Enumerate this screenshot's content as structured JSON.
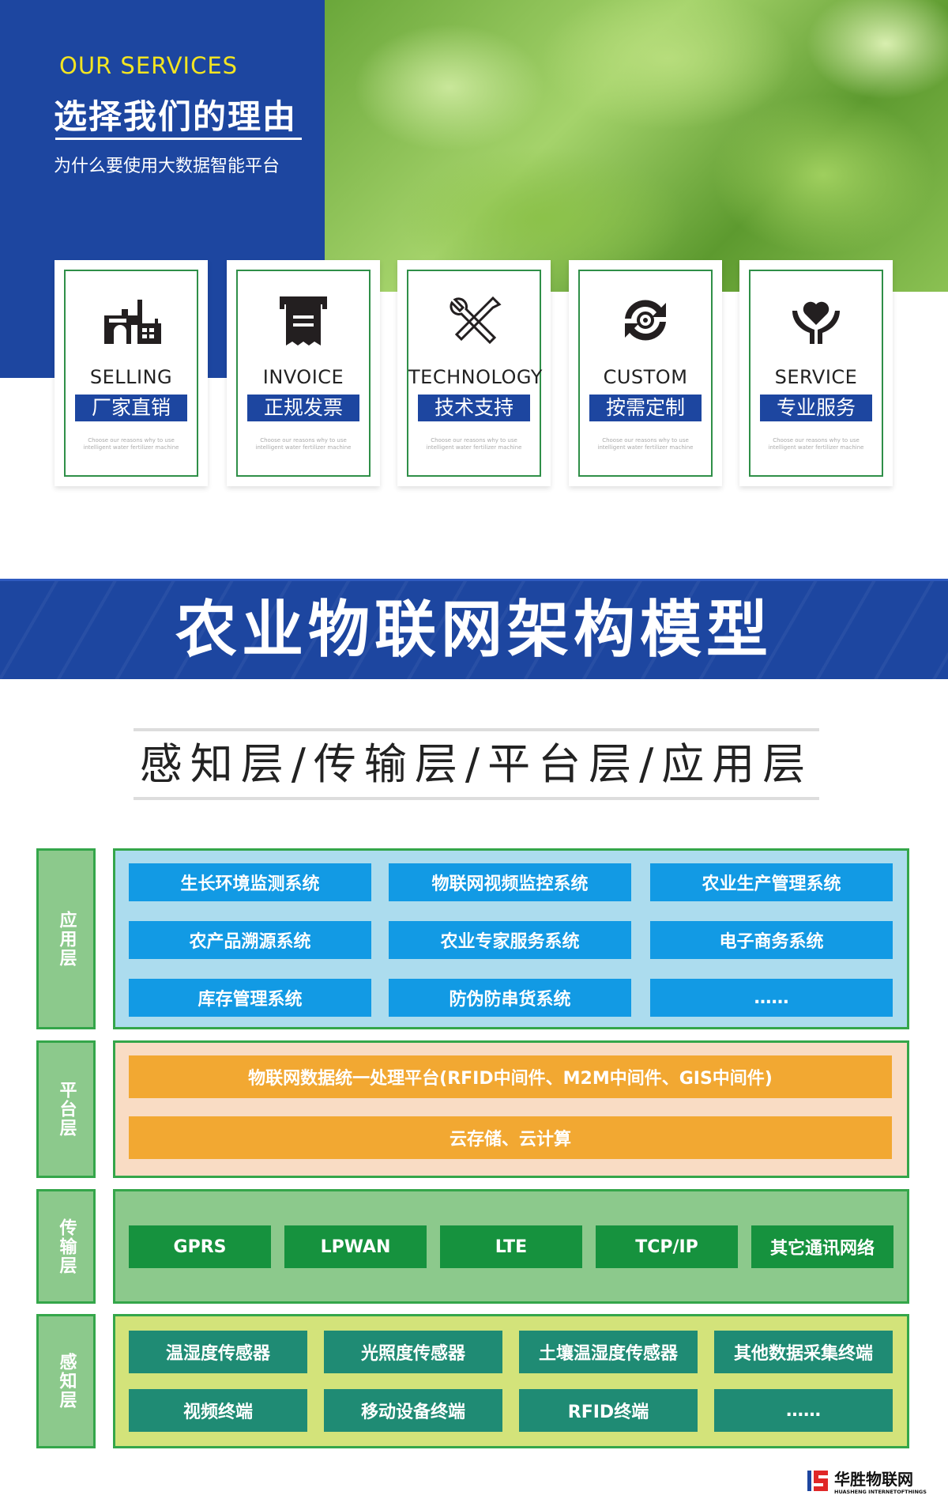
{
  "header": {
    "eyebrow": "OUR SERVICES",
    "title": "选择我们的理由",
    "subtitle": "为什么要使用大数据智能平台"
  },
  "cards": [
    {
      "icon": "factory-icon",
      "en": "SELLING",
      "cn": "厂家直销",
      "desc": "Choose our reasons why to use intelligent water fertilizer machine"
    },
    {
      "icon": "invoice-icon",
      "en": "INVOICE",
      "cn": "正规发票",
      "desc": "Choose our reasons why to use intelligent water fertilizer machine"
    },
    {
      "icon": "tools-icon",
      "en": "TECHNOLOGY",
      "cn": "技术支持",
      "desc": "Choose our reasons why to use intelligent water fertilizer machine"
    },
    {
      "icon": "refresh-gear-icon",
      "en": "CUSTOM",
      "cn": "按需定制",
      "desc": "Choose our reasons why to use intelligent water fertilizer machine"
    },
    {
      "icon": "heart-hand-icon",
      "en": "SERVICE",
      "cn": "专业服务",
      "desc": "Choose our reasons why to use intelligent water fertilizer machine"
    }
  ],
  "banner": "农业物联网架构模型",
  "layers_title": "感知层/传输层/平台层/应用层",
  "diagram": {
    "application": {
      "label": "应用层",
      "items": [
        "生长环境监测系统",
        "物联网视频监控系统",
        "农业生产管理系统",
        "农产品溯源系统",
        "农业专家服务系统",
        "电子商务系统",
        "库存管理系统",
        "防伪防串货系统",
        "……"
      ]
    },
    "platform": {
      "label": "平台层",
      "items": [
        "物联网数据统一处理平台(RFID中间件、M2M中间件、GIS中间件)",
        "云存储、云计算"
      ]
    },
    "transport": {
      "label": "传输层",
      "items": [
        "GPRS",
        "LPWAN",
        "LTE",
        "TCP/IP",
        "其它通讯网络"
      ]
    },
    "perception": {
      "label": "感知层",
      "items": [
        "温湿度传感器",
        "光照度传感器",
        "土壤温湿度传感器",
        "其他数据采集终端",
        "视频终端",
        "移动设备终端",
        "RFID终端",
        "……"
      ]
    }
  },
  "logo": {
    "cn": "华胜物联网",
    "en": "HUASHENG INTERNETOFTHINGS"
  },
  "colors": {
    "brand_blue": "#1d46a0",
    "accent_yellow": "#f3e521",
    "border_green": "#34a64a"
  }
}
